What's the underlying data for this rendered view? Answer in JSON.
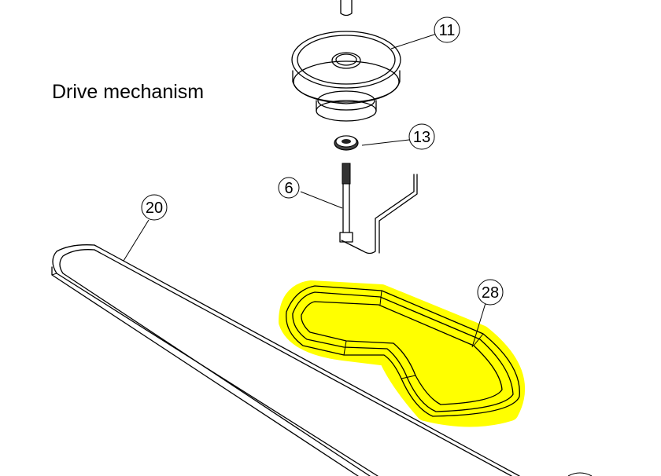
{
  "title": "Drive mechanism",
  "highlight_color": "#ffff00",
  "callouts": [
    {
      "label": "11",
      "part": "drive pulley"
    },
    {
      "label": "13",
      "part": "bearing"
    },
    {
      "label": "6",
      "part": "bolt"
    },
    {
      "label": "20",
      "part": "long belt"
    },
    {
      "label": "28",
      "part": "belt (highlighted)"
    }
  ]
}
